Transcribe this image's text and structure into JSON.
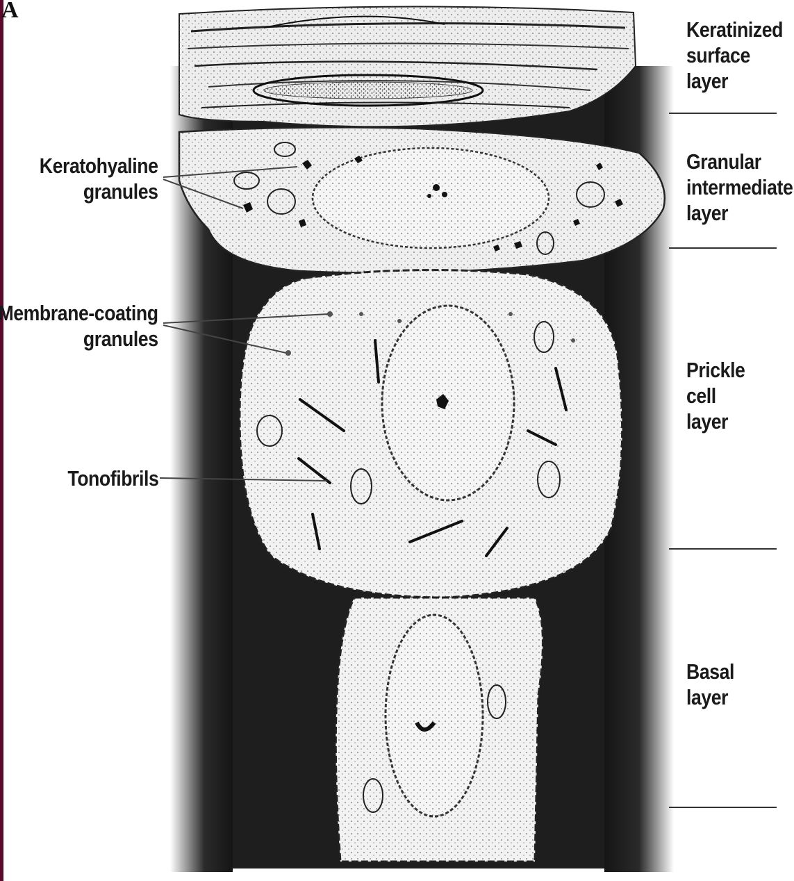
{
  "panel_letter": "A",
  "left_labels": {
    "keratohyaline": [
      "Keratohyaline",
      "granules"
    ],
    "membrane_coating": [
      "Membrane-coating",
      "granules"
    ],
    "tonofibrils": [
      "Tonofibrils"
    ]
  },
  "layer_labels": {
    "keratinized": [
      "Keratinized",
      "surface",
      "layer"
    ],
    "granular": [
      "Granular",
      "intermediate",
      "layer"
    ],
    "prickle": [
      "Prickle",
      "cell",
      "layer"
    ],
    "basal": [
      "Basal",
      "layer"
    ]
  },
  "colors": {
    "ink": "#1a1a1a",
    "dark_background": "#1e1e1e",
    "cell_fill": "#f2f2f2",
    "left_edge_accent": "#5a0a2a"
  }
}
